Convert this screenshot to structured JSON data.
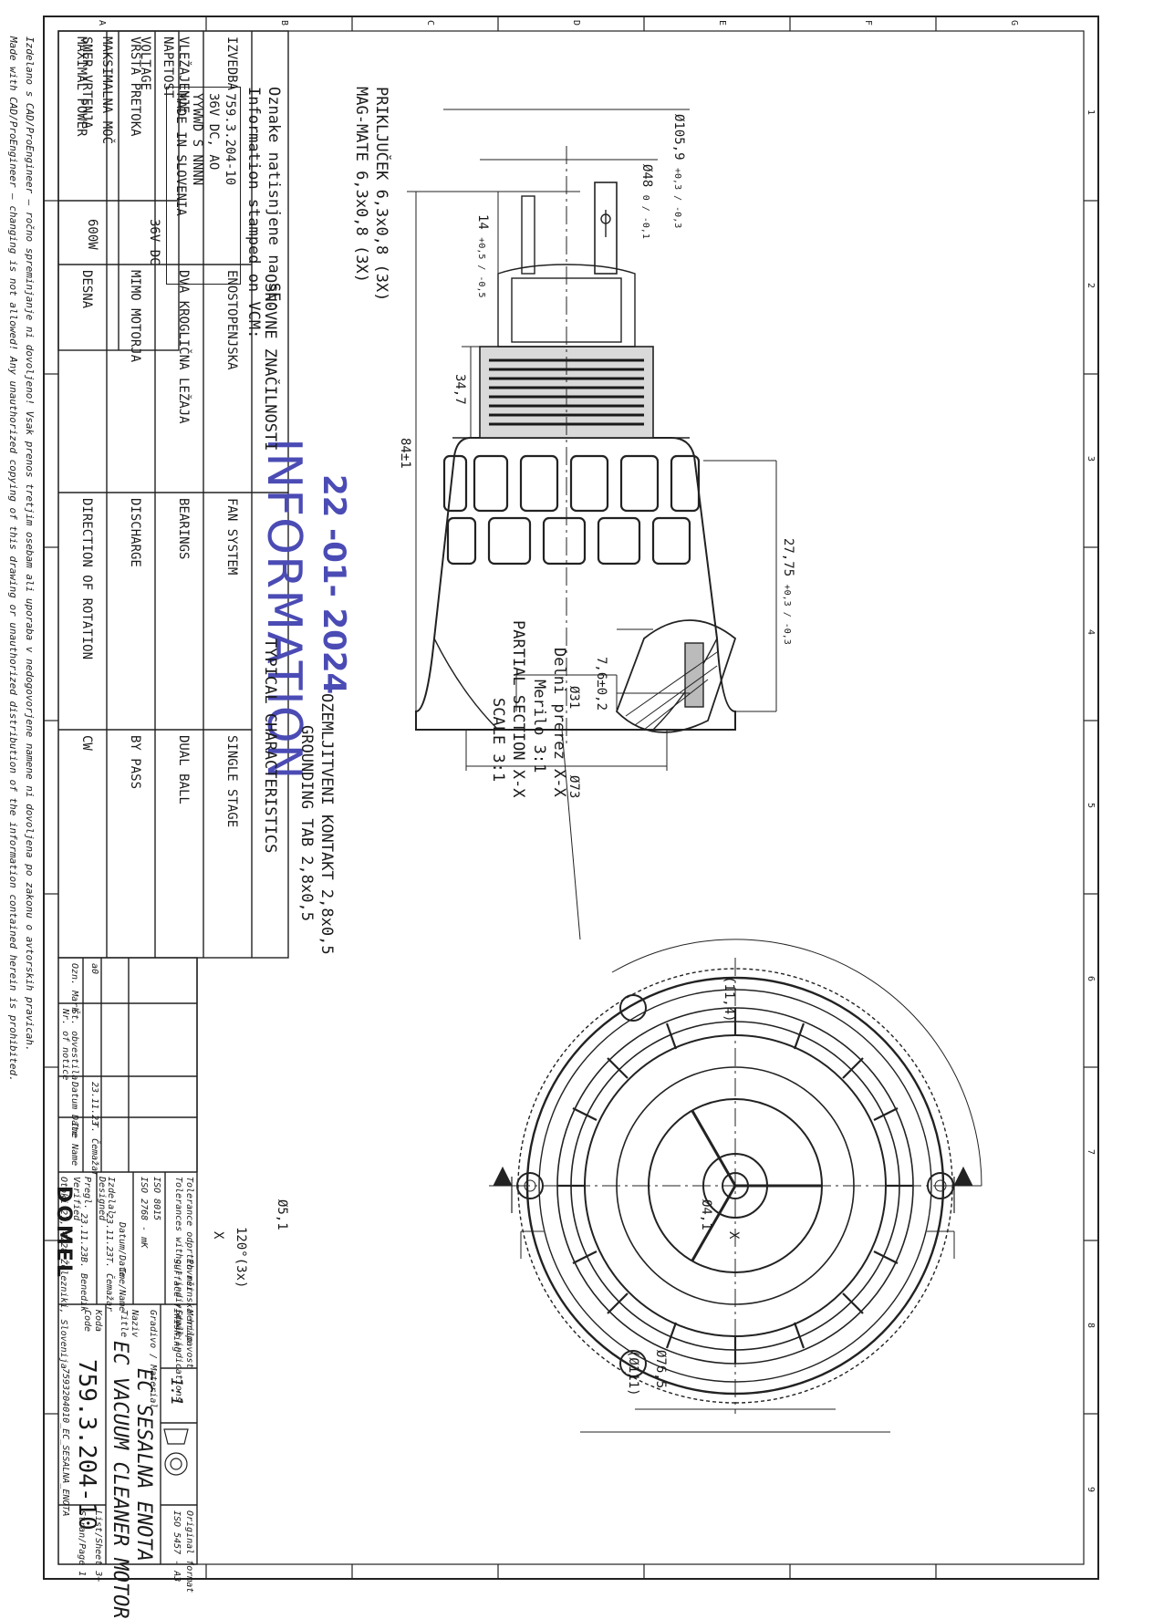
{
  "sheet": {
    "col_labels": [
      "1",
      "2",
      "3",
      "4",
      "5",
      "6",
      "7",
      "8",
      "9"
    ],
    "row_labels": [
      "A",
      "B",
      "C",
      "D",
      "E",
      "F",
      "G"
    ]
  },
  "rating": {
    "voltage_label_sl": "NAPETOST",
    "voltage_label_en": "VOLTAGE",
    "voltage_value": "36V DC",
    "power_label_sl": "MAKSIMALNA MOČ",
    "power_label_en": "MAXIMAL POWER",
    "power_value": "600W"
  },
  "side_view": {
    "dims": {
      "d1": "27,75",
      "d1_tol": "+0,3 / -0,3",
      "d2": "Ø73",
      "d3": "Ø31",
      "d4": "34,7",
      "d5": "84±1",
      "d6": "14",
      "d6_tol": "+0,5 / -0,5",
      "d7": "Ø48",
      "d7_tol": "0 / -0,1",
      "d8": "Ø105,9",
      "d8_tol": "+0,3 / -0,3"
    },
    "connector_note_sl": "PRIKLJUČEK 6,3x0,8 (3X)",
    "connector_note_en": "MAG-MATE 6,3x0,8 (3X)"
  },
  "marking": {
    "caption_sl": "Oznake natisnjene na SE:",
    "caption_en": "Information stamped on VCM:",
    "lines": [
      "759.3.204-10",
      "36V DC, AO",
      "YYWWD S NNNN",
      "MADE IN SLOVENIA"
    ]
  },
  "stamp": {
    "date": "22 -01- 2024",
    "word": "INFORMATION",
    "color": "#4b4bb5"
  },
  "section": {
    "dim": "7,6±0,2",
    "title_sl": "Delni prerez X-X",
    "scale_sl": "Merilo 3:1",
    "title_en": "PARTIAL SECTION X-X",
    "scale_en": "SCALE 3:1",
    "ground_sl": "OZEMLJITVENI KONTAKT 2,8x0,5",
    "ground_en": "GROUNDING TAB 2,8x0,5"
  },
  "front_view": {
    "dia_outer": "(Ø111)",
    "dia_inner": "Ø76,5",
    "angle": "120°(3x)",
    "hole1": "Ø5,1",
    "hole2": "Ø4,1",
    "offset": "(11,4)",
    "section_mark": "X"
  },
  "characteristics": {
    "header_sl": "OSNOVNE ZNAČILNOSTI",
    "header_en": "TYPICAL CHARACTERISTICS",
    "rows": [
      {
        "k_sl": "IZVEDBA",
        "v_sl": "ENOSTOPENJSKA",
        "k_en": "FAN SYSTEM",
        "v_en": "SINGLE STAGE"
      },
      {
        "k_sl": "VLEŽAJENJE",
        "v_sl": "DVA KROGLIČNA LEŽAJA",
        "k_en": "BEARINGS",
        "v_en": "DUAL BALL"
      },
      {
        "k_sl": "VRSTA PRETOKA",
        "v_sl": "MIMO MOTORJA",
        "k_en": "DISCHARGE",
        "v_en": "BY PASS"
      },
      {
        "k_sl": "SMER VRTENJA",
        "v_sl": "DESNA",
        "k_en": "DIRECTION OF ROTATION",
        "v_en": "CW"
      }
    ]
  },
  "title_block": {
    "tolerance_label": "Tolerance odprtih mer",
    "tolerance_label_en": "Tolerances without individual indications",
    "iso1": "ISO 8015",
    "iso2": "ISO 2768 - mK",
    "surface_label": "Površinska hrapavost",
    "surface_label_en": "Surface finishing",
    "scale_label": "Merilo",
    "scale_label_en": "Scale",
    "scale_value": "1:1",
    "format_label": "Original format",
    "format_value": "ISO 5457 - A3",
    "material_label": "Gradivo / Material",
    "date_label": "Datum/Date",
    "name_label": "Ime/Name",
    "designed_label": "Izdelal",
    "designed_label_en": "Designed",
    "designed_date": "23.11.23",
    "designed_name": "T. Čemažar",
    "verified_label": "Pregl.",
    "verified_label_en": "Verified",
    "verified_date": "23.11.23",
    "verified_name": "B. Benedik",
    "title_label": "Naziv",
    "title_label_en": "Title",
    "title_sl": "EC SESALNA ENOTA",
    "title_en": "EC VACUUM CLEANER MOTOR",
    "code_label": "Koda",
    "code_label_en": "Code",
    "code": "759.3.204-10",
    "sheet_label": "List",
    "sheet_label_en": "Sheet",
    "sheet_value": "3+",
    "page_label": "Stran",
    "page_label_en": "Page",
    "page_value": "1",
    "file": "7593204010_EC_SESALNA_ENOTA",
    "company": "DOMEL",
    "company_address": "Otoki 21, 4228 Železniki, Slovenija",
    "revision_mark": "a0",
    "revision_date": "23.11.23",
    "revision_name": "T. Čemažar",
    "rev_col1": "Ozn.",
    "rev_col1_en": "Mark",
    "rev_col2": "Št. obvestila",
    "rev_col2_en": "Nr. of notice",
    "rev_col3": "Datum",
    "rev_col3_en": "Date",
    "rev_col4": "Ime",
    "rev_col4_en": "Name"
  },
  "footer": {
    "line1": "Izdelano s CAD/ProEngineer – ročno spreminjanje ni dovoljeno! Vsak prenos tretjim osebam ali uporaba v nedogovorjene namene ni dovoljena po zakonu o avtorskih pravicah.",
    "line2": "Made with CAD/ProEngineer – changing is not allowed! Any unauthorized copying of this drawing or unauthorized distribution of the information contained herein is prohibited."
  }
}
